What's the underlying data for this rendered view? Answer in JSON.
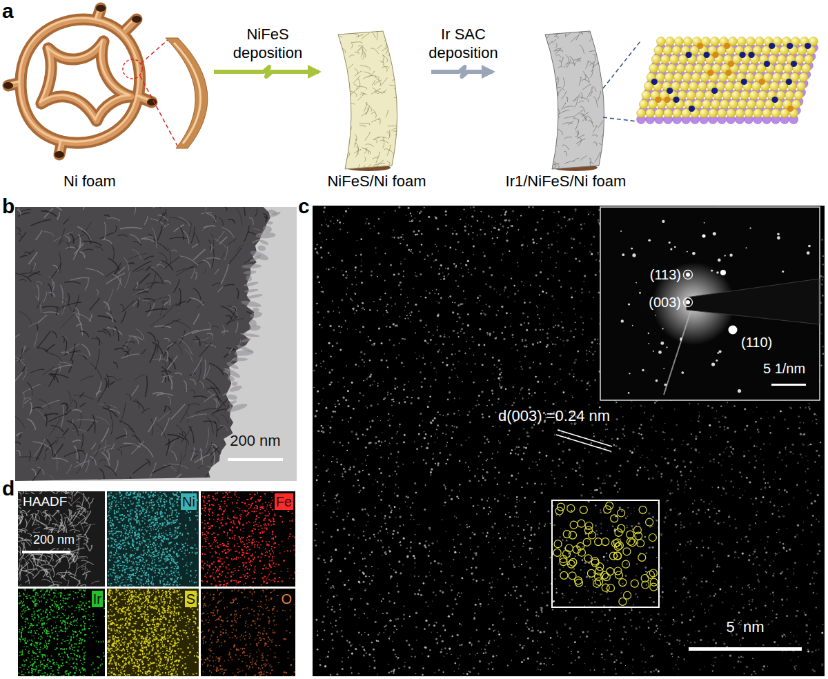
{
  "diagram": {
    "nodes": [
      {
        "text": [
          "Ni foam"
        ]
      },
      {
        "text": [
          "NiFeS/Ni foam"
        ]
      },
      {
        "text": [
          "Ir1/NiFeS/Ni foam"
        ]
      }
    ],
    "edges": [
      {
        "from": 0,
        "to": 1,
        "arrow": "to",
        "label": "NiFeS deposition"
      },
      {
        "from": 1,
        "to": 2,
        "arrow": "to",
        "label": "Ir SAC deposition"
      }
    ],
    "labels": [
      "a",
      "b",
      "c",
      "d",
      "200 nm",
      "(113)",
      "(003)",
      "(110)",
      "5 1/nm",
      "d(003) =0.24 nm",
      "5  nm",
      "HAADF",
      "Ni",
      "Fe",
      "Ir",
      "S",
      "O",
      "200 nm"
    ]
  }
}
